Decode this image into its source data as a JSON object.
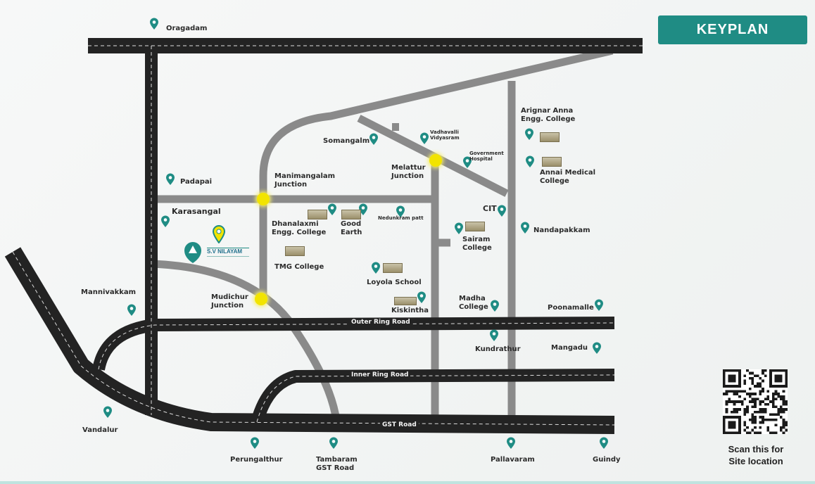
{
  "header": {
    "title": "KEYPLAN"
  },
  "qr": {
    "caption_line1": "Scan this for",
    "caption_line2": "Site location"
  },
  "brand": {
    "name": "S.V NILAYAM",
    "accent": "#1f8c84",
    "pin_color": "#1f8c84",
    "junction_color": "#f2e400"
  },
  "roads": {
    "outer_ring": "Outer Ring Road",
    "inner_ring": "Inner Ring Road",
    "gst": "GST Road"
  },
  "places": [
    {
      "id": "oragadam",
      "label": "Oragadam"
    },
    {
      "id": "padapai",
      "label": "Padapai"
    },
    {
      "id": "karasangal",
      "label": "Karasangal"
    },
    {
      "id": "manimangalam-junction",
      "label": "Manimangalam\nJunction"
    },
    {
      "id": "somangalm",
      "label": "Somangalm"
    },
    {
      "id": "vadhavalli",
      "label": "Vadhavalli\nVidyasram"
    },
    {
      "id": "melattur-junction",
      "label": "Melattur\nJunction"
    },
    {
      "id": "govt-hospital",
      "label": "Government\nHospital"
    },
    {
      "id": "arignar-anna",
      "label": "Arignar Anna\nEngg. College"
    },
    {
      "id": "annai-medical",
      "label": "Annai Medical\nCollege"
    },
    {
      "id": "dhanalaxmi",
      "label": "Dhanalaxmi\nEngg. College"
    },
    {
      "id": "good-earth",
      "label": "Good\nEarth"
    },
    {
      "id": "nedunram",
      "label": "Nedunkram patt"
    },
    {
      "id": "cit",
      "label": "CIT"
    },
    {
      "id": "sairam",
      "label": "Sairam\nCollege"
    },
    {
      "id": "nandapakkam",
      "label": "Nandapakkam"
    },
    {
      "id": "tmg-college",
      "label": "TMG College"
    },
    {
      "id": "loyola",
      "label": "Loyola School"
    },
    {
      "id": "kiskintha",
      "label": "Kiskintha"
    },
    {
      "id": "mannivakkam",
      "label": "Mannivakkam"
    },
    {
      "id": "mudichur-junction",
      "label": "Mudichur\nJunction"
    },
    {
      "id": "madha",
      "label": "Madha\nCollege"
    },
    {
      "id": "poonamalle",
      "label": "Poonamalle"
    },
    {
      "id": "kundrathur",
      "label": "Kundrathur"
    },
    {
      "id": "mangadu",
      "label": "Mangadu"
    },
    {
      "id": "vandalur",
      "label": "Vandalur"
    },
    {
      "id": "perungalthur",
      "label": "Perungalthur"
    },
    {
      "id": "tambaram",
      "label": "Tambaram\nGST Road"
    },
    {
      "id": "pallavaram",
      "label": "Pallavaram"
    },
    {
      "id": "guindy",
      "label": "Guindy"
    }
  ]
}
